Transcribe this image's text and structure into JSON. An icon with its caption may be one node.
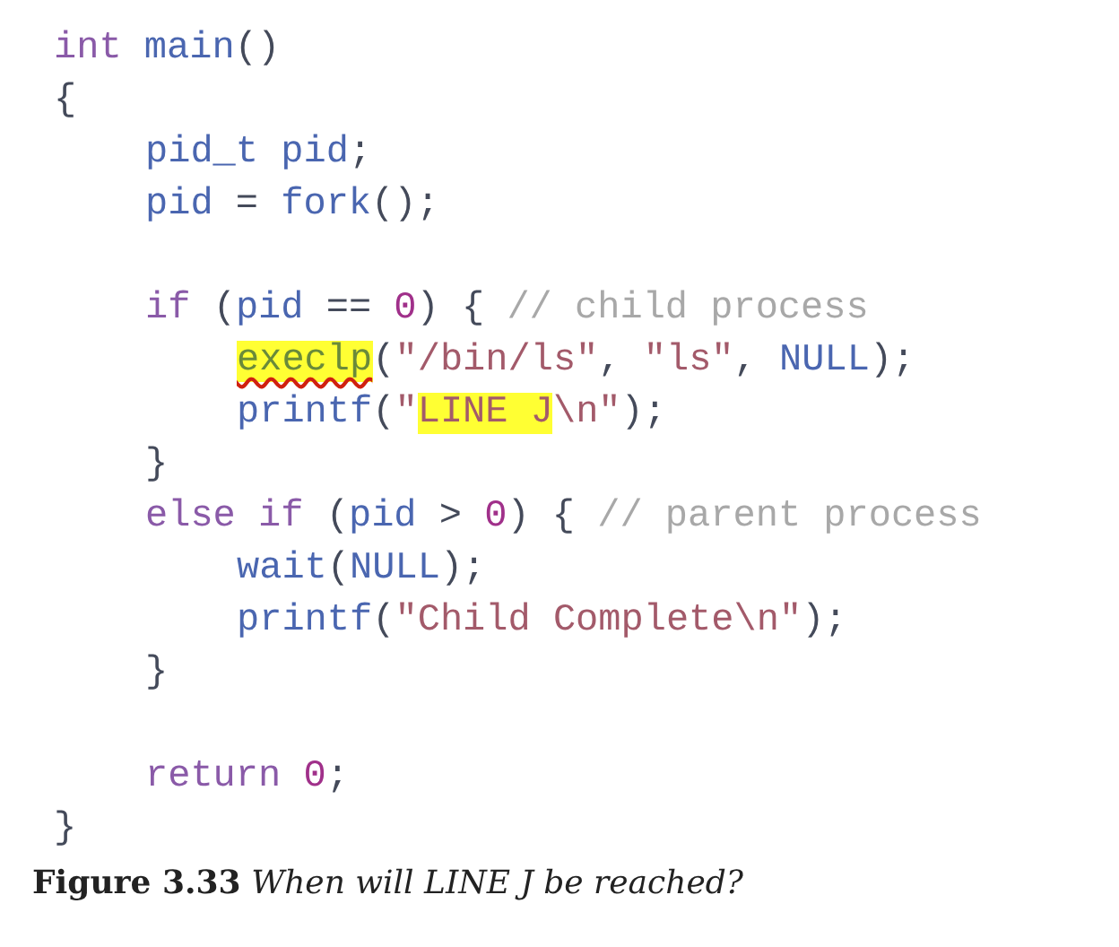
{
  "diagram": {
    "caption": "**Figure 3.33** *When will LINE J be reached?*",
    "labels": [
      "int main()",
      "{",
      "pid_t pid;",
      "pid = fork();",
      "if (pid == 0) { // child process",
      "execlp(\"/bin/ls\", \"ls\", NULL);",
      "printf(\"LINE J\\n\");",
      "}",
      "else if (pid > 0) { // parent process",
      "wait(NULL);",
      "printf(\"Child Complete\\n\");",
      "}",
      "return 0;",
      "}"
    ]
  }
}
